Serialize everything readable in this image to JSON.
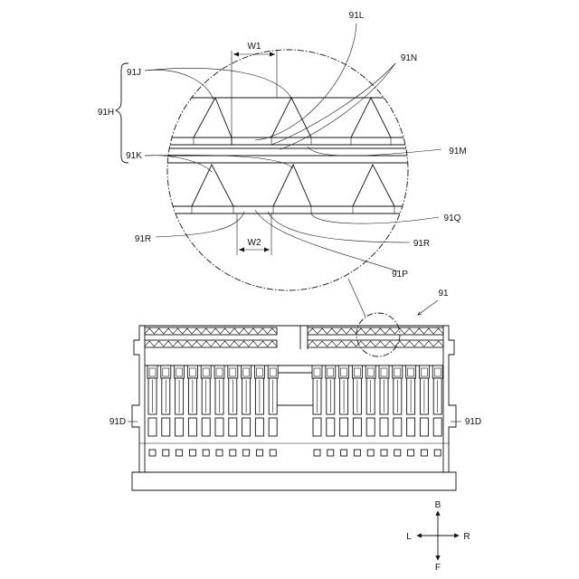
{
  "labels": {
    "ref_91": "91",
    "ref_91L": "91L",
    "ref_91N": "91N",
    "ref_91J": "91J",
    "ref_91H": "91H",
    "ref_91M": "91M",
    "ref_91K": "91K",
    "ref_91Q": "91Q",
    "ref_91R_left": "91R",
    "ref_91R_right": "91R",
    "ref_91P": "91P",
    "ref_91D_left": "91D",
    "ref_91D_right": "91D",
    "dim_W1": "W1",
    "dim_W2": "W2"
  },
  "direction_indicator": {
    "up": "B",
    "down": "F",
    "left": "L",
    "right": "R"
  }
}
